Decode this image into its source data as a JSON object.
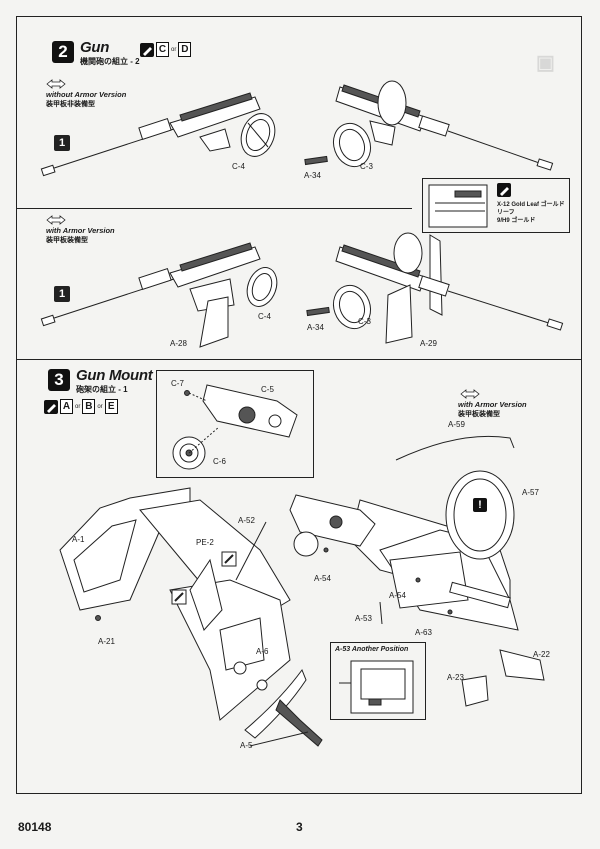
{
  "page": {
    "kit_number": "80148",
    "page_number": "3"
  },
  "step2": {
    "number": "2",
    "title": "Gun",
    "subtitle_jp": "機関砲の組立 - 2",
    "colors": [
      "C",
      "D"
    ],
    "or_word": "or",
    "without_armor": {
      "label": "without Armor Version",
      "label_jp": "装甲板非装備型",
      "badge": "1",
      "parts": [
        "C-4",
        "C-3",
        "A-34"
      ]
    },
    "with_armor": {
      "label": "with Armor Version",
      "label_jp": "装甲板装備型",
      "badge": "1",
      "parts": [
        "A-28",
        "C-4",
        "A-34",
        "C-3",
        "A-29"
      ]
    },
    "decal_note": {
      "line1": "X-12 Gold Leaf ゴールドリーフ",
      "line2": "9/H9 ゴールド"
    }
  },
  "step3": {
    "number": "3",
    "title": "Gun Mount",
    "subtitle_jp": "砲架の組立 - 1",
    "colors": [
      "A",
      "B",
      "E"
    ],
    "or_word": "or",
    "with_armor": {
      "label": "with Armor Version",
      "label_jp": "装甲板装備型"
    },
    "inset_parts": [
      "C-7",
      "C-5",
      "C-6"
    ],
    "parts": [
      "A-59",
      "A-57",
      "A-52",
      "A-1",
      "PE-2",
      "A-54",
      "A-54",
      "A-53",
      "A-63",
      "A-21",
      "A-6",
      "A-5",
      "A-22",
      "A-23"
    ],
    "inset2_title": "A-53 Another Position",
    "warning": "!"
  },
  "icons": [
    "paint-icon",
    "double-arrow-icon",
    "exclamation-icon",
    "drill-icon"
  ],
  "colors": {
    "ink": "#222222",
    "paper": "#f4f4f2",
    "badge": "#111111"
  }
}
